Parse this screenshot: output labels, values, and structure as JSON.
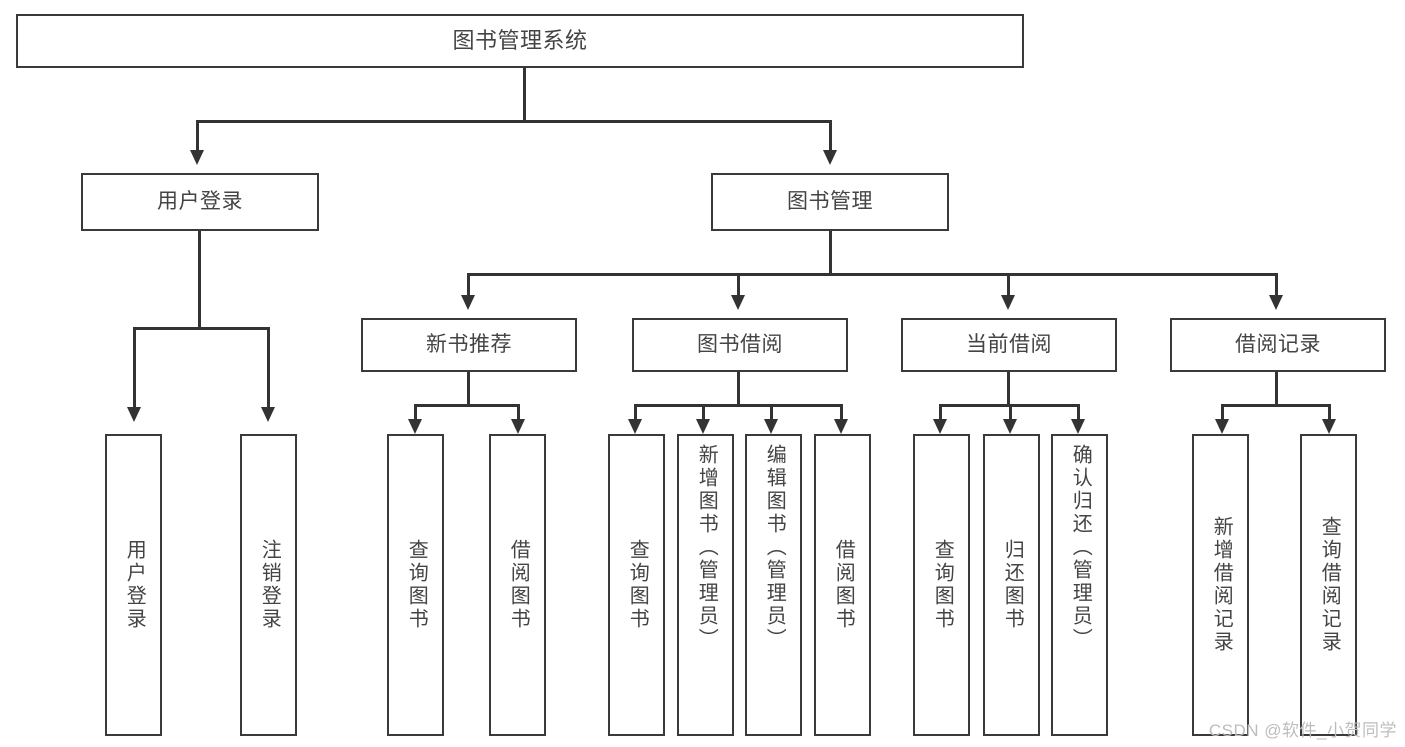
{
  "diagram": {
    "type": "tree-hierarchy-flowchart",
    "title": "图书管理系统",
    "watermark": "CSDN @软件_小贺同学",
    "colors": {
      "box_border": "#3a3a3a",
      "connector": "#333333",
      "text": "#444444",
      "background": "#ffffff",
      "watermark": "#bdbdbd"
    },
    "nodes": {
      "root": {
        "label": "图书管理系统"
      },
      "level2": [
        {
          "id": "user-login",
          "label": "用户登录"
        },
        {
          "id": "book-management",
          "label": "图书管理"
        }
      ],
      "level3": [
        {
          "id": "new-book-recommend",
          "label": "新书推荐"
        },
        {
          "id": "book-borrow",
          "label": "图书借阅"
        },
        {
          "id": "current-borrow",
          "label": "当前借阅"
        },
        {
          "id": "borrow-record",
          "label": "借阅记录"
        }
      ],
      "leaves": {
        "user_login": [
          {
            "id": "leaf-user-login",
            "label": "用户登录"
          },
          {
            "id": "leaf-logout-login",
            "label": "注销登录"
          }
        ],
        "new_book_recommend": [
          {
            "id": "leaf-query-book-1",
            "label": "查询图书"
          },
          {
            "id": "leaf-borrow-book-1",
            "label": "借阅图书"
          }
        ],
        "book_borrow": [
          {
            "id": "leaf-query-book-2",
            "label": "查询图书"
          },
          {
            "id": "leaf-add-book",
            "label": "新增图书（管理员）"
          },
          {
            "id": "leaf-edit-book",
            "label": "编辑图书（管理员）"
          },
          {
            "id": "leaf-borrow-book-2",
            "label": "借阅图书"
          }
        ],
        "current_borrow": [
          {
            "id": "leaf-query-book-3",
            "label": "查询图书"
          },
          {
            "id": "leaf-return-book",
            "label": "归还图书"
          },
          {
            "id": "leaf-confirm-return",
            "label": "确认归还（管理员）"
          }
        ],
        "borrow_record": [
          {
            "id": "leaf-add-record",
            "label": "新增借阅记录"
          },
          {
            "id": "leaf-query-record",
            "label": "查询借阅记录"
          }
        ]
      }
    }
  }
}
